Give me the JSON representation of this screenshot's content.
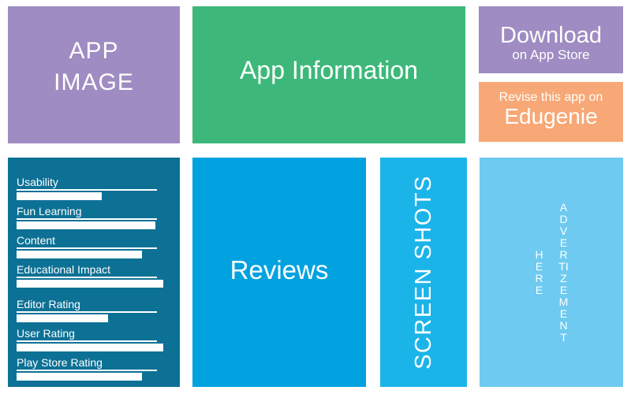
{
  "app_image": {
    "line1": "APP",
    "line2": "IMAGE",
    "color": "#9e8cc2"
  },
  "app_information": {
    "label": "App Information",
    "color": "#3db87a"
  },
  "download": {
    "label": "Download",
    "sublabel": "on App Store",
    "color": "#9e8cc2"
  },
  "edugenie": {
    "line1": "Revise this app on",
    "line2": "Edugenie",
    "color": "#f7a876"
  },
  "ratings": {
    "color": "#0d7195",
    "items": [
      {
        "label": "Usability",
        "percent": 55
      },
      {
        "label": "Fun Learning",
        "percent": 90
      },
      {
        "label": "Content",
        "percent": 81
      },
      {
        "label": "Educational Impact",
        "percent": 95
      },
      {
        "label": "Editor Rating",
        "percent": 59
      },
      {
        "label": "User Rating",
        "percent": 95
      },
      {
        "label": "Play Store Rating",
        "percent": 81
      }
    ]
  },
  "reviews": {
    "label": "Reviews",
    "color": "#00a2e0"
  },
  "screenshots": {
    "label": "SCREEN SHOTS",
    "color": "#1bb4e9"
  },
  "advertisement": {
    "word_main": "ADVERTIZEMENT",
    "word_secondary": "HERE",
    "color": "#6ecaf0"
  }
}
